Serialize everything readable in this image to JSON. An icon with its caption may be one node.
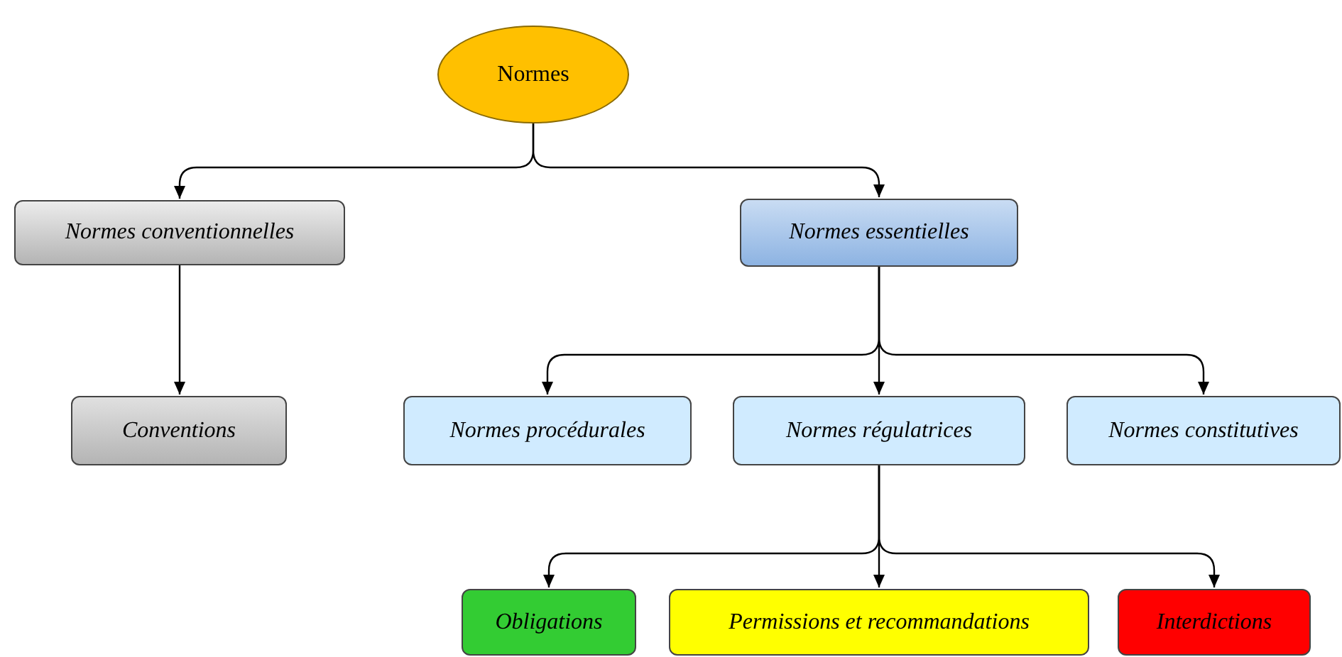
{
  "diagram": {
    "nodes": [
      {
        "text": [
          "Normes"
        ]
      },
      {
        "text": [
          "Normes conventionnelles"
        ]
      },
      {
        "text": [
          "Normes essentielles"
        ]
      },
      {
        "text": [
          "Conventions"
        ]
      },
      {
        "text": [
          "Normes procédurales"
        ]
      },
      {
        "text": [
          "Normes régulatrices"
        ]
      },
      {
        "text": [
          "Normes constitutives"
        ]
      },
      {
        "text": [
          "Obligations"
        ]
      },
      {
        "text": [
          "Permissions et recommandations"
        ]
      },
      {
        "text": [
          "Interdictions"
        ]
      }
    ],
    "edges": [
      {
        "from": 0,
        "to": 1,
        "arrow": "to"
      },
      {
        "from": 0,
        "to": 2,
        "arrow": "to"
      },
      {
        "from": 1,
        "to": 3,
        "arrow": "to"
      },
      {
        "from": 2,
        "to": 4,
        "arrow": "to"
      },
      {
        "from": 2,
        "to": 5,
        "arrow": "to"
      },
      {
        "from": 2,
        "to": 6,
        "arrow": "to"
      },
      {
        "from": 5,
        "to": 7,
        "arrow": "to"
      },
      {
        "from": 5,
        "to": 8,
        "arrow": "to"
      },
      {
        "from": 5,
        "to": 9,
        "arrow": "to"
      }
    ]
  }
}
